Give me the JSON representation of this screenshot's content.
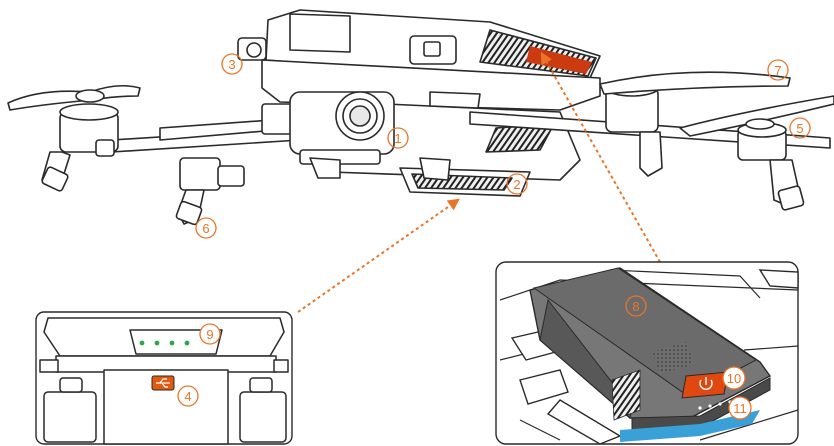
{
  "colors": {
    "accent": "#e8752a",
    "usb_port": "#e05a10",
    "power_button": "#e04810",
    "led": "#2aa84a",
    "status_strip": "#3aa0d8",
    "line": "#2a2a2a",
    "battery_fill": "#6e6e6e"
  },
  "callouts": {
    "c1": "1",
    "c2": "2",
    "c3": "3",
    "c4": "4",
    "c5": "5",
    "c6": "6",
    "c7": "7",
    "c8": "8",
    "c9": "9",
    "c10": "10",
    "c11": "11"
  },
  "icons": {
    "usb": "usb-icon",
    "power": "power-icon"
  }
}
